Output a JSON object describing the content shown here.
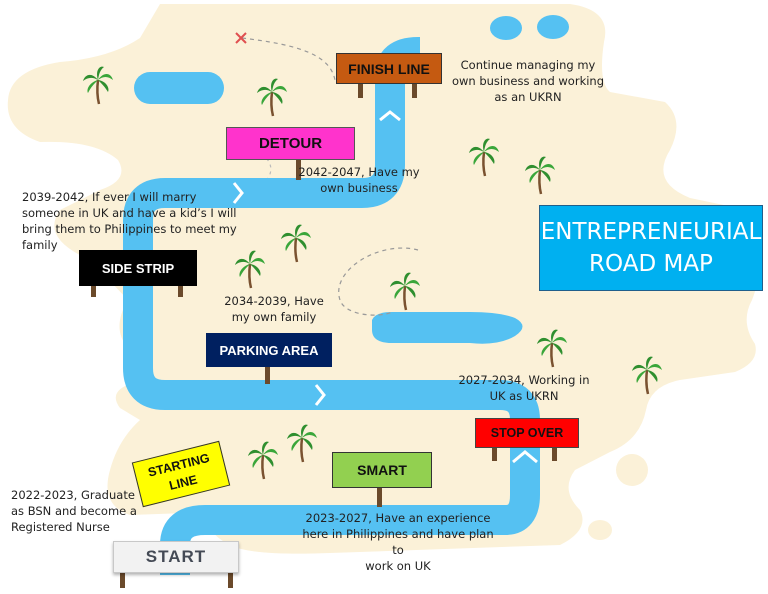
{
  "title": {
    "line1": "ENTREPRENEURIAL",
    "line2": "ROAD MAP"
  },
  "signs": {
    "finish": "FINISH LINE",
    "detour": "DETOUR",
    "side_strip": "SIDE STRIP",
    "parking": "PARKING AREA",
    "stop_over": "STOP OVER",
    "smart": "SMART",
    "starting_line": "STARTING LINE",
    "start": "START"
  },
  "milestones": {
    "finish": [
      "Continue managing my",
      "own business and working",
      "as an UKRN"
    ],
    "detour": [
      "2042-2047, Have my",
      "own business"
    ],
    "side_strip": [
      "2039-2042, If ever I will marry",
      "someone in UK and have a kid’s I will",
      "bring them to Philippines to meet my",
      "family"
    ],
    "parking": [
      "2034-2039, Have",
      "my own family"
    ],
    "stop_over": [
      "2027-2034, Working in",
      "UK as UKRN"
    ],
    "smart": [
      "2023-2027, Have an experience",
      "here in Philippines and have plan to",
      "work on UK"
    ],
    "start": [
      "2022-2023, Graduate",
      "as BSN and become a",
      "Registered Nurse"
    ]
  },
  "colors": {
    "island": "#fbf1d8",
    "road": "#55c1f2",
    "water": "#55c1f2",
    "finish_sign": "#c55a11",
    "detour_sign": "#ff33cc",
    "side_strip_sign": "#000000",
    "parking_sign": "#002060",
    "stop_over_sign": "#ff0000",
    "smart_sign": "#92d050",
    "starting_line_sign": "#ffff00",
    "start_sign": "#f2f2f2",
    "title_box": "#00b0f0"
  }
}
